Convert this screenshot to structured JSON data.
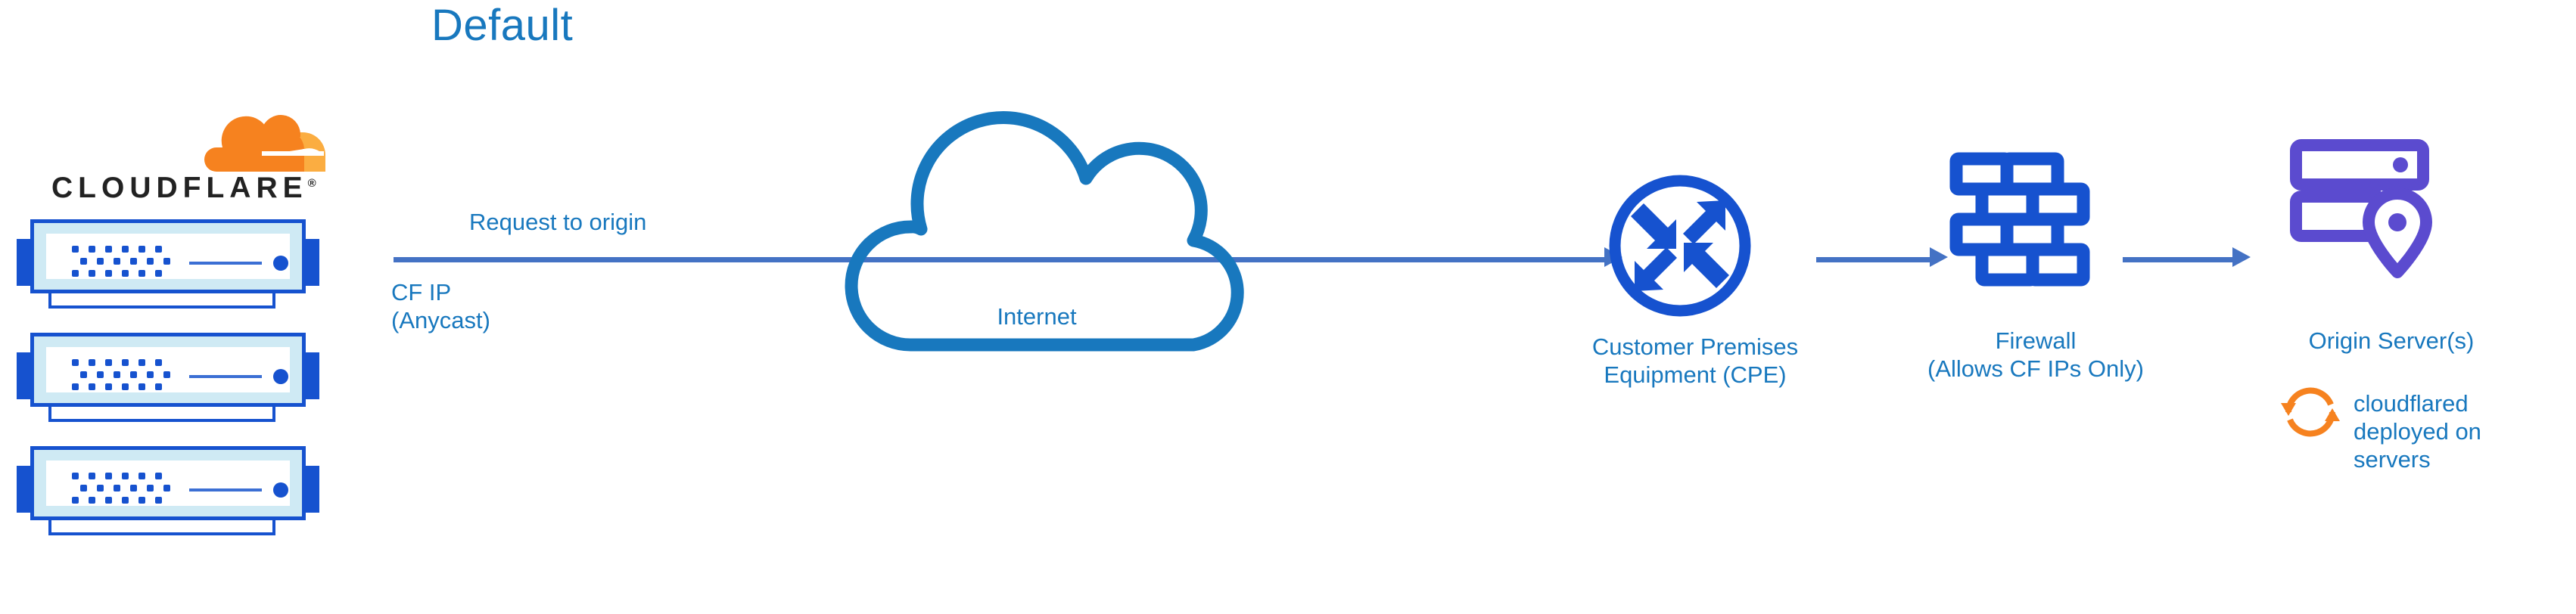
{
  "title": "Default",
  "colors": {
    "title_blue": "#1878BE",
    "label_blue": "#1878BE",
    "arrow_blue": "#4472C4",
    "icon_blue": "#1652CF",
    "cloud_outline": "#1878BE",
    "origin_purple": "#5B4BCF",
    "cloudflare_orange": "#F6821F",
    "cloudflare_orange_light": "#FBAD41",
    "wordmark_black": "#222222"
  },
  "brand": {
    "wordmark": "CLOUDFLARE",
    "registered_mark": "®",
    "logo_icon": "cloudflare-cloud-logo"
  },
  "edge_nodes": {
    "count": 3,
    "icon": "server-rack-icon"
  },
  "labels": {
    "request_to_origin": "Request to origin",
    "cf_ip": "CF IP\n(Anycast)",
    "internet": "Internet",
    "cpe": "Customer Premises\nEquipment (CPE)",
    "firewall": "Firewall\n(Allows CF IPs Only)",
    "origin_server": "Origin Server(s)",
    "cloudflared": "cloudflared\ndeployed on\nservers"
  },
  "icons": {
    "internet": "cloud-icon",
    "cpe": "router-four-arrows-icon",
    "firewall": "brick-wall-icon",
    "origin": "server-stack-location-pin-icon",
    "cloudflared": "sync-circular-arrows-icon"
  },
  "flow": {
    "arrow_1": "edge-to-cpe-arrow",
    "arrow_2": "cpe-to-firewall-arrow",
    "arrow_3": "firewall-to-origin-arrow"
  }
}
